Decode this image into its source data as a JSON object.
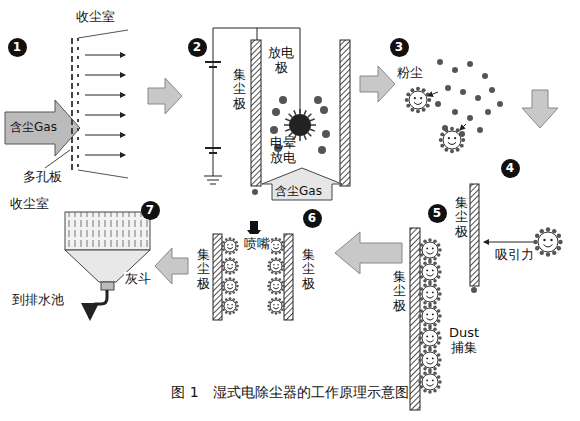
{
  "diagram": {
    "caption": "图 1　湿式电除尘器的工作原理示意图",
    "nodes": [
      {
        "text": [
          "1"
        ]
      },
      {
        "text": [
          "2"
        ]
      },
      {
        "text": [
          "3"
        ]
      },
      {
        "text": [
          "4"
        ]
      },
      {
        "text": [
          "5"
        ]
      },
      {
        "text": [
          "6"
        ]
      },
      {
        "text": [
          "7"
        ]
      }
    ],
    "labels": [
      "收尘室",
      "含尘Gas",
      "多孔板",
      "集尘极",
      "放电极",
      "电晕放电",
      "含尘Gas",
      "粉尘",
      "集尘极",
      "吸引力",
      "集尘极",
      "Dust 捕集",
      "喷嘴",
      "集尘极",
      "集尘极",
      "收尘室",
      "灰斗",
      "到排水池"
    ]
  }
}
